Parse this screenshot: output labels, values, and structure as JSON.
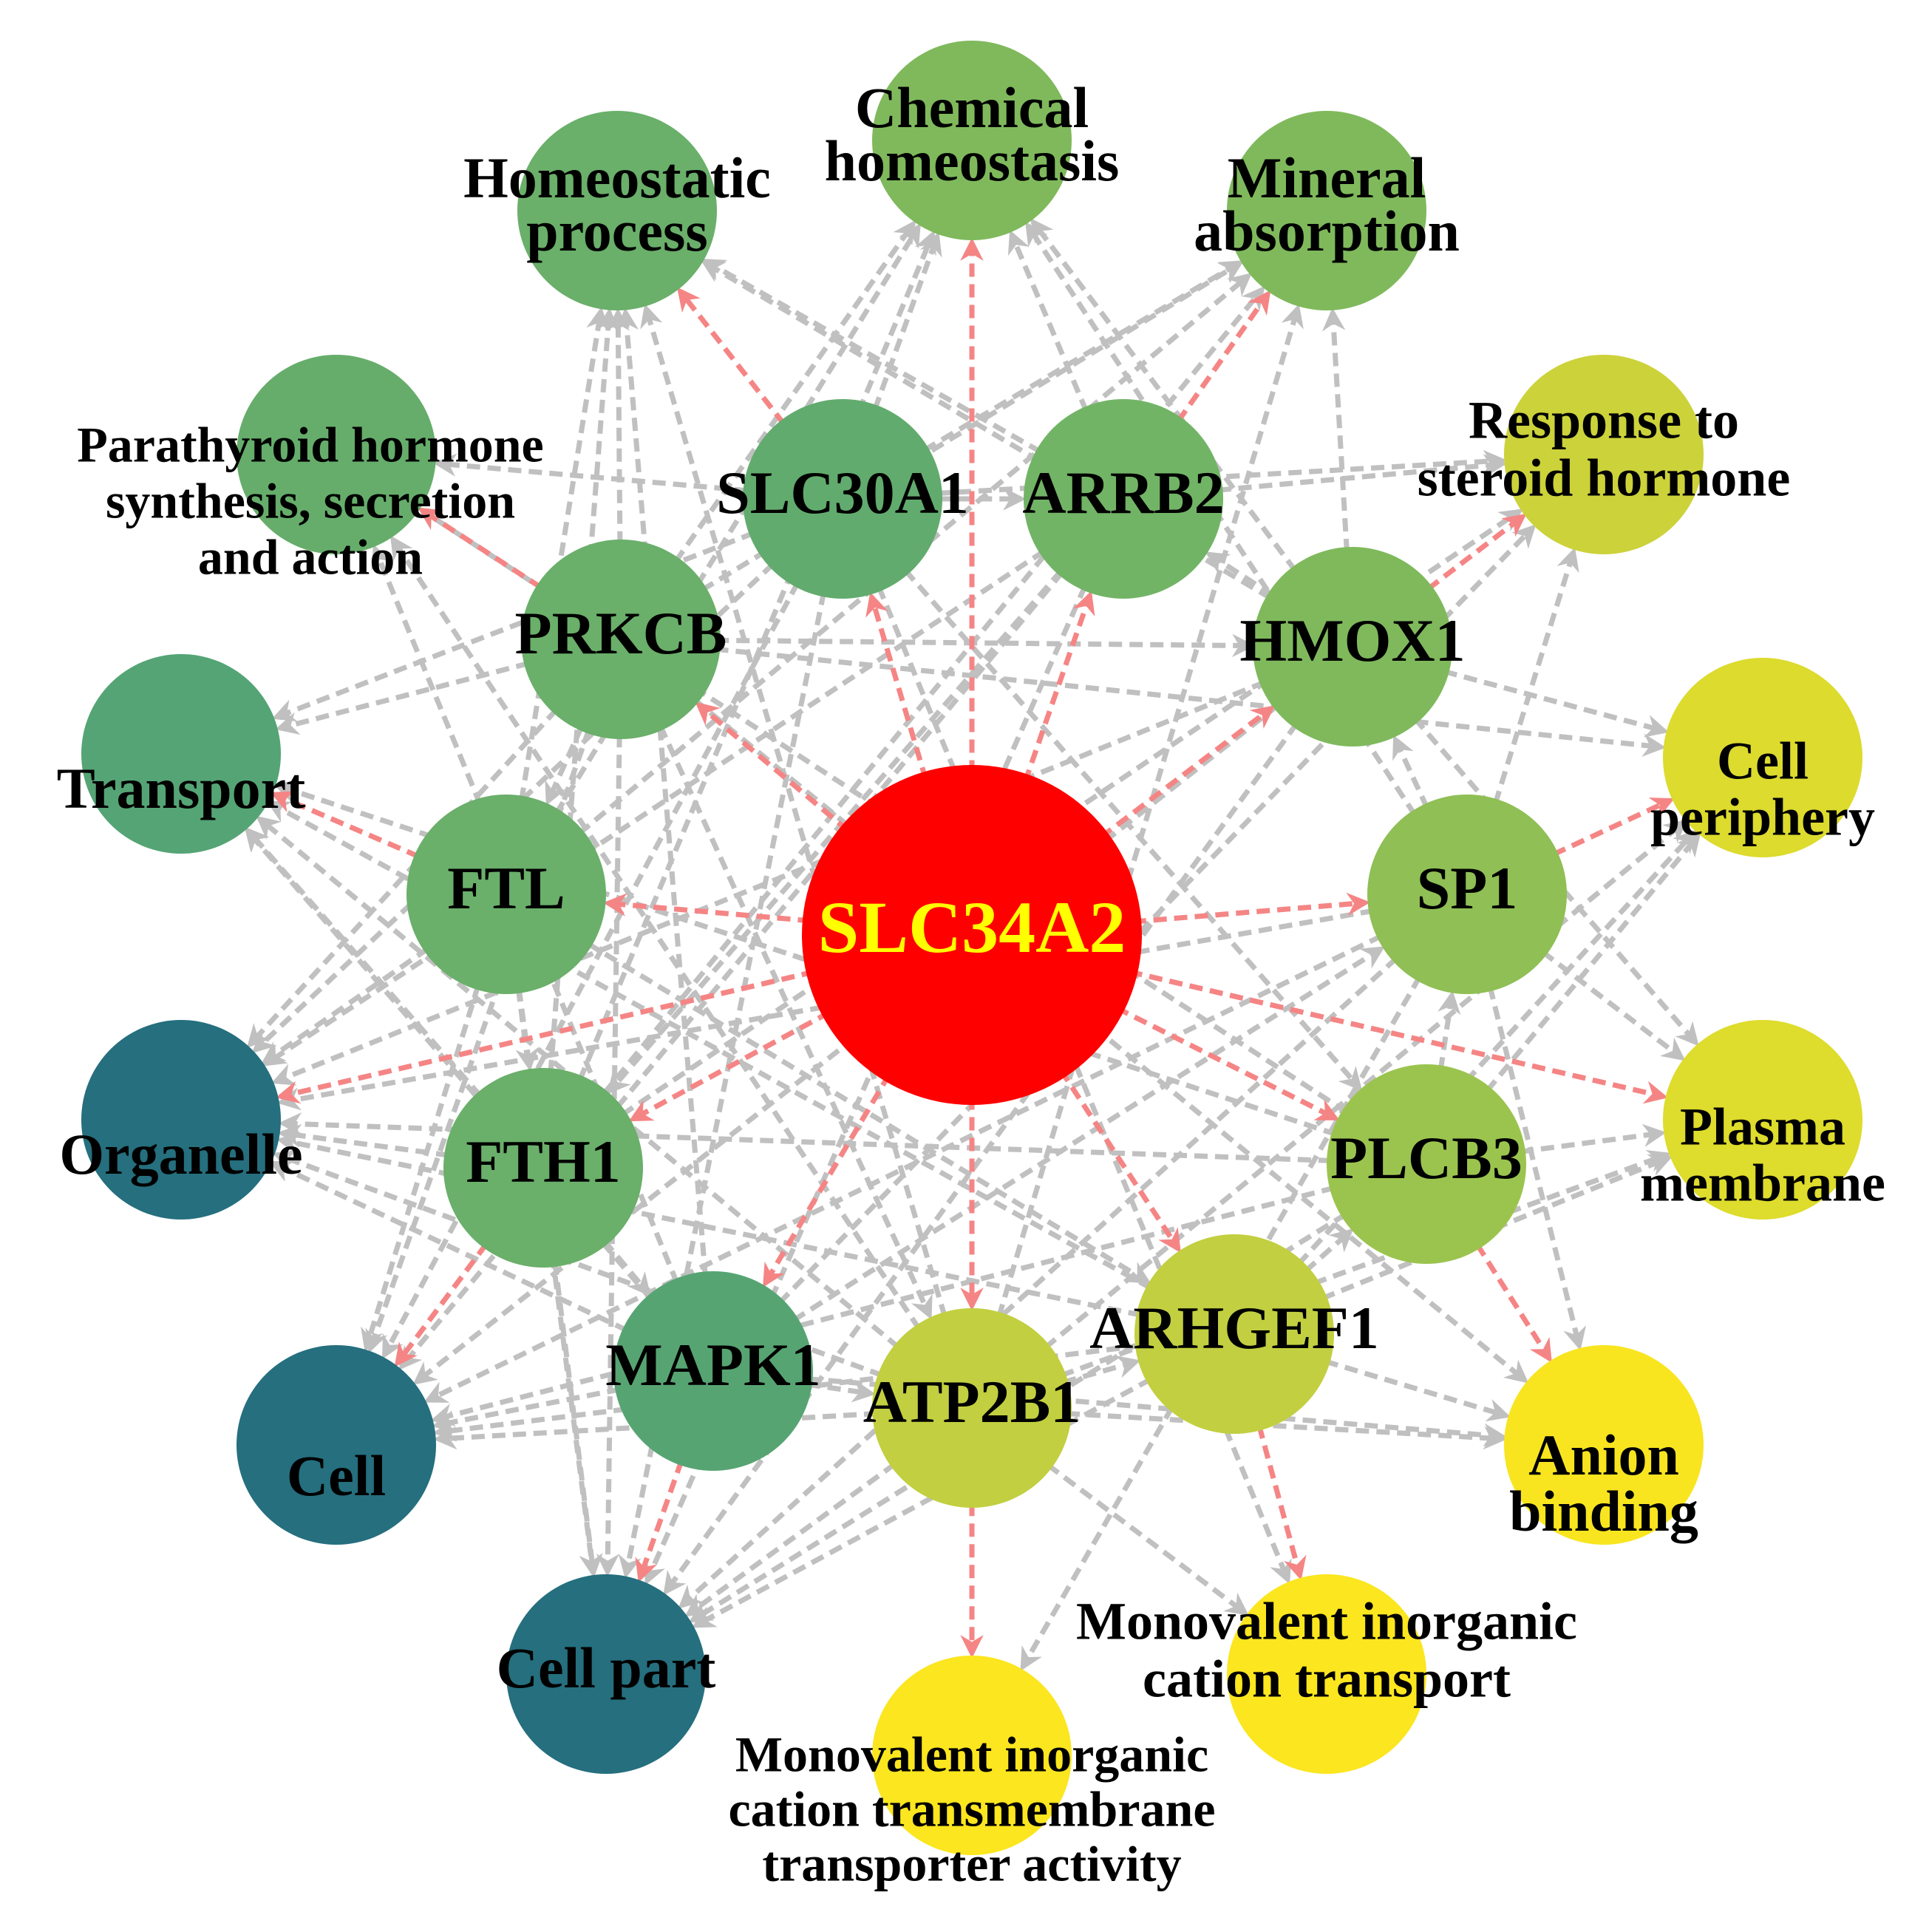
{
  "center": {
    "id": "SLC34A2",
    "label": [
      "SLC34A2"
    ],
    "color": "#ff0000",
    "label_color": "#ffff00"
  },
  "genes": [
    {
      "id": "SLC30A1",
      "label": [
        "SLC30A1"
      ],
      "color": "#62ab6e"
    },
    {
      "id": "ARRB2",
      "label": [
        "ARRB2"
      ],
      "color": "#72b466"
    },
    {
      "id": "PRKCB",
      "label": [
        "PRKCB"
      ],
      "color": "#6aaf6a"
    },
    {
      "id": "HMOX1",
      "label": [
        "HMOX1"
      ],
      "color": "#7fb95c"
    },
    {
      "id": "FTL",
      "label": [
        "FTL"
      ],
      "color": "#6aaf6a"
    },
    {
      "id": "SP1",
      "label": [
        "SP1"
      ],
      "color": "#8fbf55"
    },
    {
      "id": "FTH1",
      "label": [
        "FTH1"
      ],
      "color": "#6aaf6a"
    },
    {
      "id": "PLCB3",
      "label": [
        "PLCB3"
      ],
      "color": "#9bc44f"
    },
    {
      "id": "MAPK1",
      "label": [
        "MAPK1"
      ],
      "color": "#57a473"
    },
    {
      "id": "ATP2B1",
      "label": [
        "ATP2B1"
      ],
      "color": "#c2cf40"
    },
    {
      "id": "ARHGEF1",
      "label": [
        "ARHGEF1"
      ],
      "color": "#c2cf40"
    }
  ],
  "terms": [
    {
      "id": "chemical",
      "label": [
        "Chemical",
        "homeostasis"
      ],
      "color": "#7fb95c"
    },
    {
      "id": "homeostatic",
      "label": [
        "Homeostatic",
        "process"
      ],
      "color": "#6aaf6a"
    },
    {
      "id": "mineral",
      "label": [
        "Mineral",
        "absorption"
      ],
      "color": "#7fb95c"
    },
    {
      "id": "parathyroid",
      "label": [
        "Parathyroid hormone",
        "synthesis, secretion",
        "and action"
      ],
      "color": "#66ad6b"
    },
    {
      "id": "steroid",
      "label": [
        "Response to",
        "steroid hormone"
      ],
      "color": "#ccd23a"
    },
    {
      "id": "transport",
      "label": [
        "Transport"
      ],
      "color": "#55a475"
    },
    {
      "id": "periphery",
      "label": [
        "Cell",
        "periphery"
      ],
      "color": "#dcdb2e"
    },
    {
      "id": "organelle",
      "label": [
        "Organelle"
      ],
      "color": "#256f7e"
    },
    {
      "id": "plasma",
      "label": [
        "Plasma",
        "membrane"
      ],
      "color": "#dedc2c"
    },
    {
      "id": "cell",
      "label": [
        "Cell"
      ],
      "color": "#256f7e"
    },
    {
      "id": "anion",
      "label": [
        "Anion",
        "binding"
      ],
      "color": "#f8e51f"
    },
    {
      "id": "cellpart",
      "label": [
        "Cell part"
      ],
      "color": "#256f7e"
    },
    {
      "id": "monoTM",
      "label": [
        "Monovalent inorganic",
        "cation transmembrane",
        "transporter activity"
      ],
      "color": "#fbe61f"
    },
    {
      "id": "monoT",
      "label": [
        "Monovalent inorganic",
        "cation transport"
      ],
      "color": "#fbe61f"
    }
  ],
  "edges": {
    "red_color": "#f58585",
    "gray_color": "#c0c0c0",
    "red": [
      [
        "SLC34A2",
        "SLC30A1"
      ],
      [
        "SLC34A2",
        "ARRB2"
      ],
      [
        "SLC34A2",
        "PRKCB"
      ],
      [
        "SLC34A2",
        "HMOX1"
      ],
      [
        "SLC34A2",
        "FTL"
      ],
      [
        "SLC34A2",
        "SP1"
      ],
      [
        "SLC34A2",
        "FTH1"
      ],
      [
        "SLC34A2",
        "PLCB3"
      ],
      [
        "SLC34A2",
        "MAPK1"
      ],
      [
        "SLC34A2",
        "ATP2B1"
      ],
      [
        "SLC34A2",
        "ARHGEF1"
      ],
      [
        "SLC34A2",
        "chemical"
      ],
      [
        "SLC30A1",
        "homeostatic"
      ],
      [
        "ARRB2",
        "mineral"
      ],
      [
        "PRKCB",
        "parathyroid"
      ],
      [
        "HMOX1",
        "steroid"
      ],
      [
        "FTL",
        "transport"
      ],
      [
        "SP1",
        "periphery"
      ],
      [
        "SLC34A2",
        "organelle"
      ],
      [
        "SLC34A2",
        "plasma"
      ],
      [
        "FTH1",
        "cell"
      ],
      [
        "PLCB3",
        "anion"
      ],
      [
        "MAPK1",
        "cellpart"
      ],
      [
        "ATP2B1",
        "monoTM"
      ],
      [
        "ARHGEF1",
        "monoT"
      ]
    ],
    "gray": [
      [
        "SLC30A1",
        "chemical"
      ],
      [
        "ARRB2",
        "chemical"
      ],
      [
        "PRKCB",
        "chemical"
      ],
      [
        "HMOX1",
        "chemical"
      ],
      [
        "FTL",
        "chemical"
      ],
      [
        "FTH1",
        "chemical"
      ],
      [
        "SP1",
        "chemical"
      ],
      [
        "ARRB2",
        "homeostatic"
      ],
      [
        "PRKCB",
        "homeostatic"
      ],
      [
        "FTL",
        "homeostatic"
      ],
      [
        "FTH1",
        "homeostatic"
      ],
      [
        "MAPK1",
        "homeostatic"
      ],
      [
        "ATP2B1",
        "homeostatic"
      ],
      [
        "HMOX1",
        "homeostatic"
      ],
      [
        "SLC30A1",
        "mineral"
      ],
      [
        "HMOX1",
        "mineral"
      ],
      [
        "FTL",
        "mineral"
      ],
      [
        "FTH1",
        "mineral"
      ],
      [
        "PRKCB",
        "mineral"
      ],
      [
        "ATP2B1",
        "mineral"
      ],
      [
        "SLC30A1",
        "parathyroid"
      ],
      [
        "MAPK1",
        "parathyroid"
      ],
      [
        "PLCB3",
        "parathyroid"
      ],
      [
        "ATP2B1",
        "parathyroid"
      ],
      [
        "ARRB2",
        "steroid"
      ],
      [
        "MAPK1",
        "steroid"
      ],
      [
        "SLC30A1",
        "steroid"
      ],
      [
        "SP1",
        "steroid"
      ],
      [
        "FTH1",
        "steroid"
      ],
      [
        "SLC30A1",
        "transport"
      ],
      [
        "PRKCB",
        "transport"
      ],
      [
        "ATP2B1",
        "transport"
      ],
      [
        "FTH1",
        "transport"
      ],
      [
        "MAPK1",
        "transport"
      ],
      [
        "ARHGEF1",
        "transport"
      ],
      [
        "PLCB3",
        "transport"
      ],
      [
        "HMOX1",
        "periphery"
      ],
      [
        "PLCB3",
        "periphery"
      ],
      [
        "ATP2B1",
        "periphery"
      ],
      [
        "ARHGEF1",
        "periphery"
      ],
      [
        "PRKCB",
        "periphery"
      ],
      [
        "FTL",
        "organelle"
      ],
      [
        "FTH1",
        "organelle"
      ],
      [
        "PRKCB",
        "organelle"
      ],
      [
        "SLC30A1",
        "organelle"
      ],
      [
        "HMOX1",
        "organelle"
      ],
      [
        "ARRB2",
        "organelle"
      ],
      [
        "MAPK1",
        "organelle"
      ],
      [
        "ATP2B1",
        "organelle"
      ],
      [
        "ARHGEF1",
        "organelle"
      ],
      [
        "PLCB3",
        "organelle"
      ],
      [
        "SP1",
        "organelle"
      ],
      [
        "SP1",
        "plasma"
      ],
      [
        "PLCB3",
        "plasma"
      ],
      [
        "ATP2B1",
        "plasma"
      ],
      [
        "ARHGEF1",
        "plasma"
      ],
      [
        "HMOX1",
        "plasma"
      ],
      [
        "PRKCB",
        "cell"
      ],
      [
        "FTL",
        "cell"
      ],
      [
        "SLC30A1",
        "cell"
      ],
      [
        "ARRB2",
        "cell"
      ],
      [
        "HMOX1",
        "cell"
      ],
      [
        "SP1",
        "cell"
      ],
      [
        "PLCB3",
        "cell"
      ],
      [
        "ATP2B1",
        "cell"
      ],
      [
        "ARHGEF1",
        "cell"
      ],
      [
        "MAPK1",
        "cell"
      ],
      [
        "ATP2B1",
        "anion"
      ],
      [
        "ARHGEF1",
        "anion"
      ],
      [
        "SP1",
        "anion"
      ],
      [
        "PRKCB",
        "anion"
      ],
      [
        "MAPK1",
        "anion"
      ],
      [
        "FTL",
        "cellpart"
      ],
      [
        "FTH1",
        "cellpart"
      ],
      [
        "PRKCB",
        "cellpart"
      ],
      [
        "SLC30A1",
        "cellpart"
      ],
      [
        "ARRB2",
        "cellpart"
      ],
      [
        "HMOX1",
        "cellpart"
      ],
      [
        "SP1",
        "cellpart"
      ],
      [
        "PLCB3",
        "cellpart"
      ],
      [
        "ATP2B1",
        "cellpart"
      ],
      [
        "ARHGEF1",
        "cellpart"
      ],
      [
        "SP1",
        "monoTM"
      ],
      [
        "SLC30A1",
        "monoT"
      ],
      [
        "ATP2B1",
        "monoT"
      ],
      [
        "SLC30A1",
        "ARRB2"
      ],
      [
        "PRKCB",
        "FTL"
      ],
      [
        "FTL",
        "FTH1"
      ],
      [
        "FTH1",
        "MAPK1"
      ],
      [
        "MAPK1",
        "ATP2B1"
      ],
      [
        "ATP2B1",
        "ARHGEF1"
      ],
      [
        "ARHGEF1",
        "PLCB3"
      ],
      [
        "PLCB3",
        "SP1"
      ],
      [
        "SP1",
        "HMOX1"
      ],
      [
        "HMOX1",
        "ARRB2"
      ],
      [
        "PRKCB",
        "HMOX1"
      ],
      [
        "SLC30A1",
        "PLCB3"
      ],
      [
        "ARRB2",
        "FTH1"
      ],
      [
        "MAPK1",
        "SP1"
      ],
      [
        "FTL",
        "ARHGEF1"
      ],
      [
        "PRKCB",
        "ATP2B1"
      ]
    ]
  }
}
